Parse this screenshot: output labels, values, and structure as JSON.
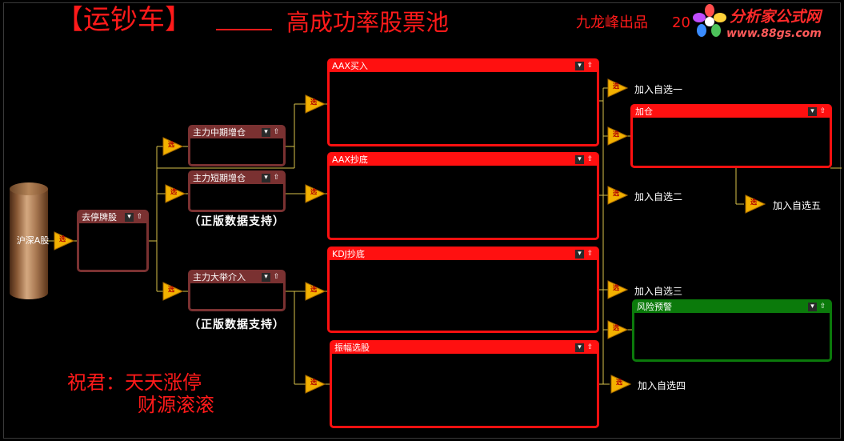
{
  "header": {
    "title": "【运钞车】",
    "subtitle": "高成功率股票池",
    "author": "九龙峰出品",
    "year": "20"
  },
  "watermark": {
    "name": "分析家公式网",
    "url": "www.88gs.com"
  },
  "source": {
    "label": "沪深A股"
  },
  "filter_icon": {
    "glyph": "选"
  },
  "panels": {
    "p1": {
      "label": "去停牌股"
    },
    "p2": {
      "label": "主力中期增仓"
    },
    "p3": {
      "label": "主力短期增仓"
    },
    "p4": {
      "label": "主力大举介入"
    },
    "p5": {
      "label": "AAX买入"
    },
    "p6": {
      "label": "AAX抄底"
    },
    "p7": {
      "label": "KDJ抄底"
    },
    "p8": {
      "label": "振幅选股"
    },
    "p9": {
      "label": "加仓"
    },
    "p10": {
      "label": "风险预警"
    }
  },
  "notes": {
    "genuine1": "（正版数据支持）",
    "genuine2": "（正版数据支持）"
  },
  "outputs": {
    "o1": "加入自选一",
    "o2": "加入自选二",
    "o3": "加入自选三",
    "o4": "加入自选四",
    "o5": "加入自选五"
  },
  "wish": {
    "line1": "祝君：天天涨停",
    "line2": "财源滚滚"
  },
  "icons": {
    "dropdown": "▾",
    "pin": "⇧"
  },
  "colors": {
    "title_red": "#ff1a1a",
    "panel_red": "#ff1010",
    "panel_brown": "#7a3131",
    "panel_green": "#0b7a0b",
    "wire": "#d8c24a",
    "triangle": "#f2b100"
  }
}
